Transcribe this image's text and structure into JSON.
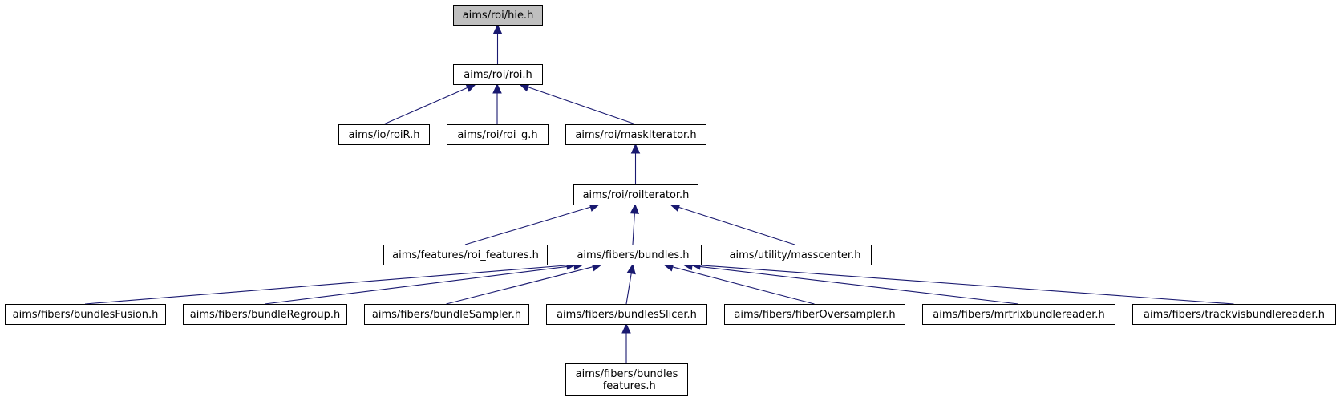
{
  "graph": {
    "nodes": [
      {
        "id": "hie",
        "lines": [
          "aims/roi/hie.h"
        ],
        "root": true
      },
      {
        "id": "roi",
        "lines": [
          "aims/roi/roi.h"
        ]
      },
      {
        "id": "roiR",
        "lines": [
          "aims/io/roiR.h"
        ]
      },
      {
        "id": "roi_g",
        "lines": [
          "aims/roi/roi_g.h"
        ]
      },
      {
        "id": "maskIter",
        "lines": [
          "aims/roi/maskIterator.h"
        ]
      },
      {
        "id": "roiIter",
        "lines": [
          "aims/roi/roiIterator.h"
        ]
      },
      {
        "id": "roiFeat",
        "lines": [
          "aims/features/roi_features.h"
        ]
      },
      {
        "id": "bundles",
        "lines": [
          "aims/fibers/bundles.h"
        ]
      },
      {
        "id": "masscenter",
        "lines": [
          "aims/utility/masscenter.h"
        ]
      },
      {
        "id": "bFusion",
        "lines": [
          "aims/fibers/bundlesFusion.h"
        ]
      },
      {
        "id": "bRegroup",
        "lines": [
          "aims/fibers/bundleRegroup.h"
        ]
      },
      {
        "id": "bSampler",
        "lines": [
          "aims/fibers/bundleSampler.h"
        ]
      },
      {
        "id": "bSlicer",
        "lines": [
          "aims/fibers/bundlesSlicer.h"
        ]
      },
      {
        "id": "fOversamp",
        "lines": [
          "aims/fibers/fiberOversampler.h"
        ]
      },
      {
        "id": "mrtrix",
        "lines": [
          "aims/fibers/mrtrixbundlereader.h"
        ]
      },
      {
        "id": "trackvis",
        "lines": [
          "aims/fibers/trackvisbundlereader.h"
        ]
      },
      {
        "id": "bFeatures",
        "lines": [
          "aims/fibers/bundles",
          "_features.h"
        ]
      }
    ],
    "edges": [
      {
        "from": "roi",
        "to": "hie"
      },
      {
        "from": "roiR",
        "to": "roi"
      },
      {
        "from": "roi_g",
        "to": "roi"
      },
      {
        "from": "maskIter",
        "to": "roi"
      },
      {
        "from": "roiIter",
        "to": "maskIter"
      },
      {
        "from": "roiFeat",
        "to": "roiIter"
      },
      {
        "from": "bundles",
        "to": "roiIter"
      },
      {
        "from": "masscenter",
        "to": "roiIter"
      },
      {
        "from": "bFusion",
        "to": "bundles"
      },
      {
        "from": "bRegroup",
        "to": "bundles"
      },
      {
        "from": "bSampler",
        "to": "bundles"
      },
      {
        "from": "bSlicer",
        "to": "bundles"
      },
      {
        "from": "fOversamp",
        "to": "bundles"
      },
      {
        "from": "mrtrix",
        "to": "bundles"
      },
      {
        "from": "trackvis",
        "to": "bundles"
      },
      {
        "from": "bFeatures",
        "to": "bSlicer"
      }
    ]
  }
}
